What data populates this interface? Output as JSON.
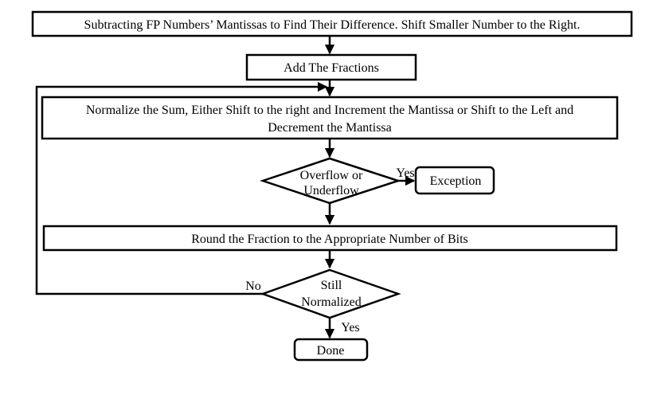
{
  "flowchart": {
    "step1": "Subtracting FP Numbers’ Mantissas to Find Their Difference. Shift Smaller Number to the Right.",
    "step2": "Add The Fractions",
    "step3_line1": "Normalize the Sum, Either Shift to the right and Increment the Mantissa or Shift to the Left and",
    "step3_line2": "Decrement the Mantissa",
    "decision1_line1": "Overflow or",
    "decision1_line2": "Underflow",
    "decision1_yes": "Yes",
    "exception": "Exception",
    "step4": "Round the Fraction to the Appropriate Number of Bits",
    "decision2_line1": "Still",
    "decision2_line2": "Normalized",
    "decision2_no": "No",
    "decision2_yes": "Yes",
    "done": "Done"
  }
}
